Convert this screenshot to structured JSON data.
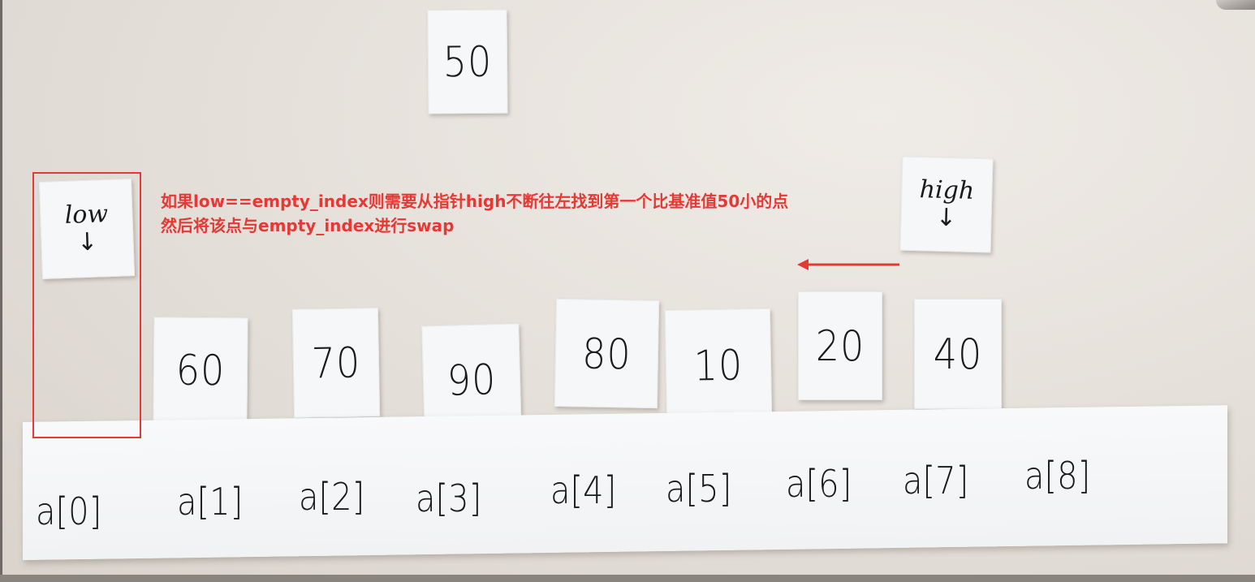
{
  "pivot_card": {
    "value": "50"
  },
  "pointers": {
    "low": {
      "label": "low",
      "arrow": "↓"
    },
    "high": {
      "label": "high",
      "arrow": "↓"
    }
  },
  "value_cards": [
    "60",
    "70",
    "90",
    "80",
    "10",
    "20",
    "40"
  ],
  "index_labels": [
    "a[0]",
    "a[1]",
    "a[2]",
    "a[3]",
    "a[4]",
    "a[5]",
    "a[6]",
    "a[7]",
    "a[8]"
  ],
  "annotation": {
    "line1": "如果low==empty_index则需要从指针high不断往左找到第一个比基准值50小的点",
    "line2": "然后将该点与empty_index进行swap",
    "color": "#e53935"
  },
  "arrow_direction": "left"
}
